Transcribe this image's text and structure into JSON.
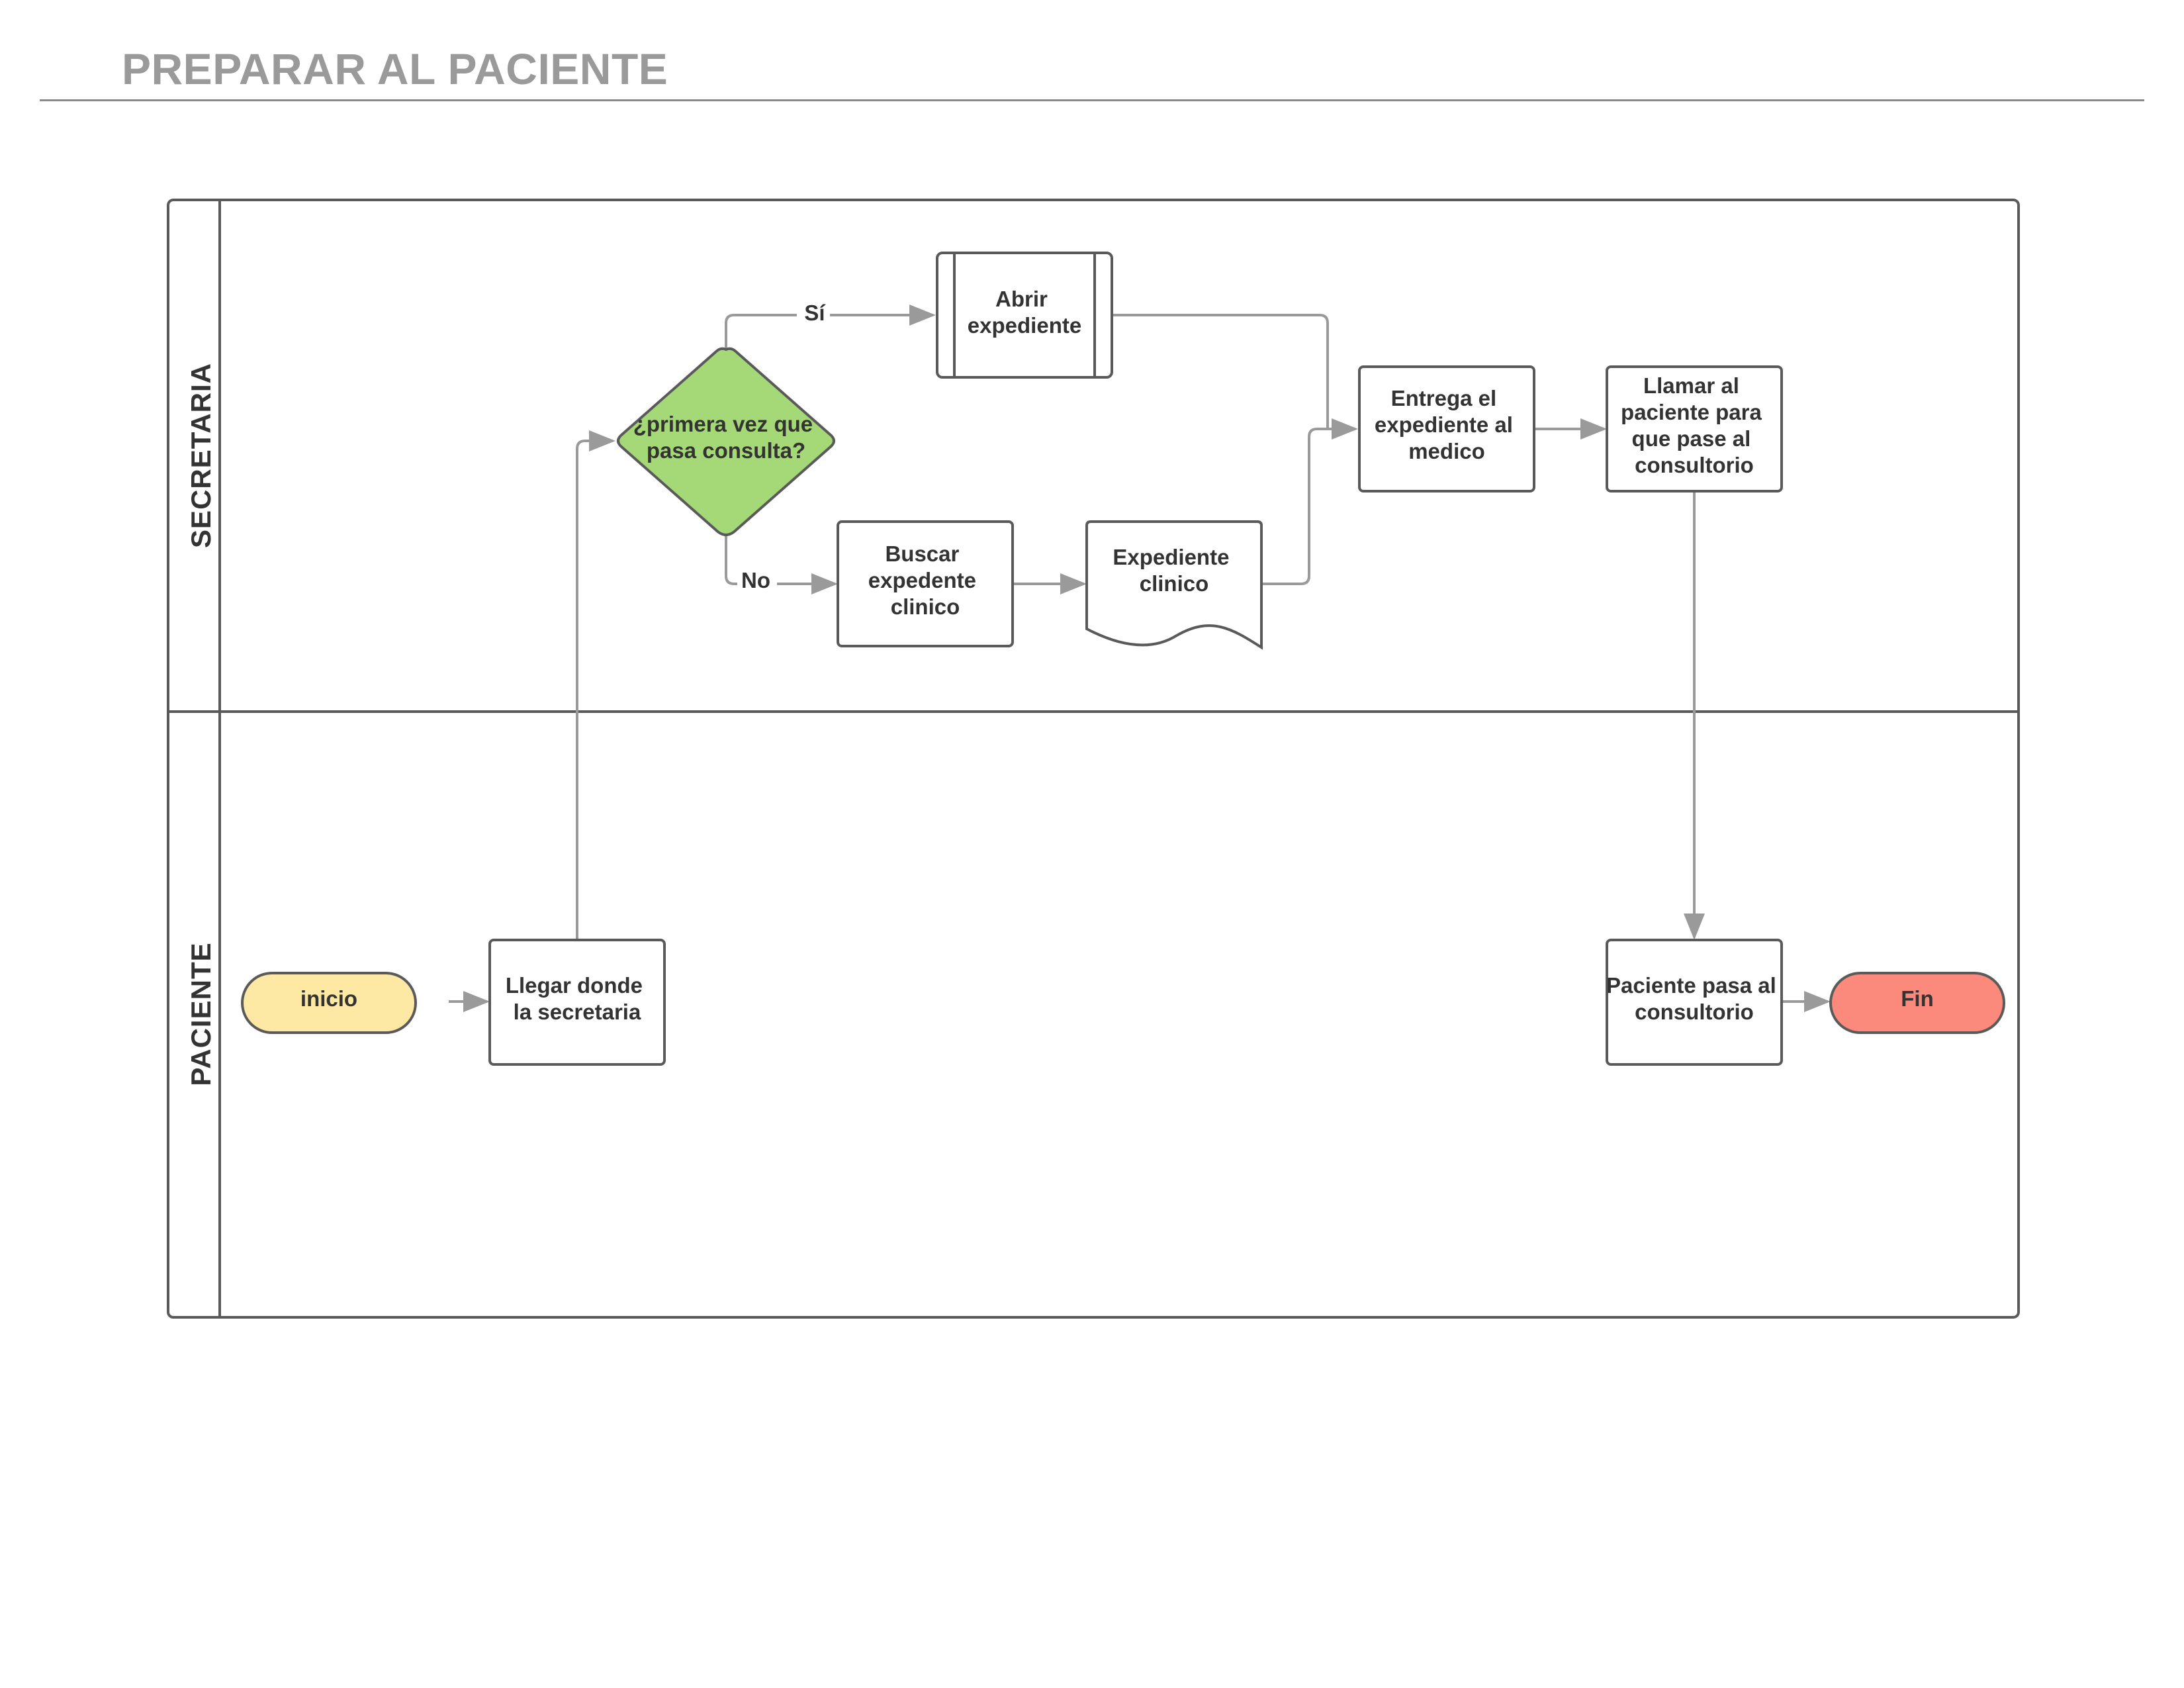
{
  "title": "PREPARAR AL PACIENTE",
  "lanes": {
    "secretaria": "SECRETARIA",
    "paciente": "PACIENTE"
  },
  "nodes": {
    "inicio": "inicio",
    "llegar": [
      "Llegar donde",
      "la secretaria"
    ],
    "decision": [
      "¿primera vez que",
      "pasa consulta?"
    ],
    "abrir": [
      "Abrir",
      "expediente"
    ],
    "buscar": [
      "Buscar",
      "expedente",
      "clinico"
    ],
    "expediente_doc": [
      "Expediente",
      "clinico"
    ],
    "entrega": [
      "Entrega el",
      "expediente al",
      "medico"
    ],
    "llamar": [
      "Llamar al",
      "paciente para",
      "que pase al",
      "consultorio"
    ],
    "paciente_pasa": [
      "Paciente pasa al",
      "consultorio"
    ],
    "fin": "Fin"
  },
  "edges": {
    "yes_label": "Sí",
    "no_label": "No"
  },
  "colors": {
    "start": "#fde9a4",
    "decision": "#a5d978",
    "end": "#fb8a7c",
    "stroke": "#5a5a5a",
    "connector": "#9a9a9a",
    "title": "#9a9a9a"
  },
  "icons": {
    "arrowhead": "arrow-right-icon"
  }
}
